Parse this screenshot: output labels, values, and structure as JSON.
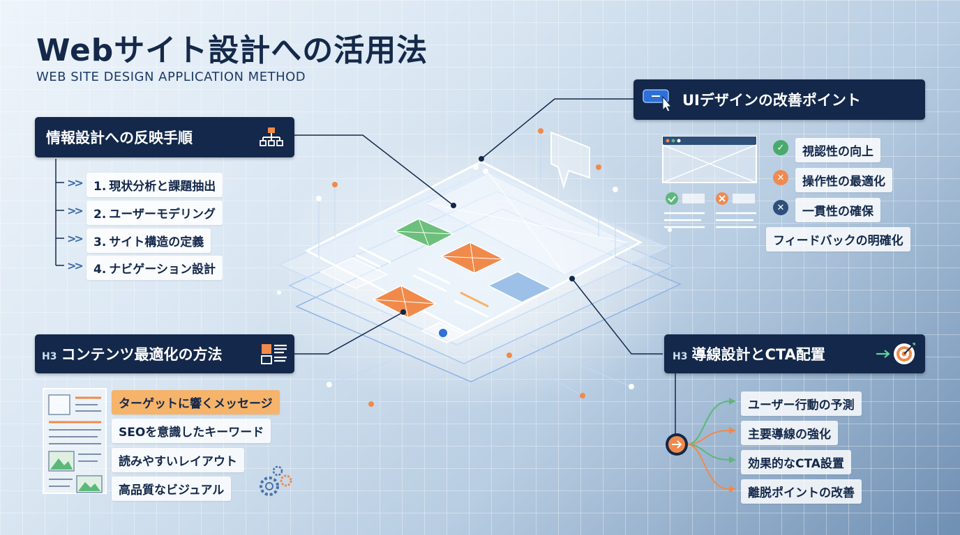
{
  "title": "Webサイト設計への活用法",
  "subtitle": "WEB SITE DESIGN APPLICATION METHOD",
  "colors": {
    "navy": "#13284a",
    "orange": "#f08a4b",
    "green": "#5cb87a",
    "accent_blue": "#2f6fd6"
  },
  "info_design": {
    "heading": "情報設計への反映手順",
    "icon": "sitemap-icon",
    "steps": [
      {
        "num": "1.",
        "label": "現状分析と課題抽出"
      },
      {
        "num": "2.",
        "label": "ユーザーモデリング"
      },
      {
        "num": "3.",
        "label": "サイト構造の定義"
      },
      {
        "num": "4.",
        "label": "ナビゲーション設計"
      }
    ]
  },
  "content": {
    "tag": "H3",
    "heading": "コンテンツ最適化の方法",
    "icon": "layout-icon",
    "items": [
      {
        "label": "ターゲットに響くメッセージ",
        "highlight": true
      },
      {
        "label": "SEOを意識したキーワード",
        "highlight": false
      },
      {
        "label": "読みやすいレイアウト",
        "highlight": false
      },
      {
        "label": "高品質なビジュアル",
        "highlight": false
      }
    ]
  },
  "ui": {
    "heading": "UIデザインの改善ポイント",
    "icon": "cursor-click-icon",
    "points": [
      {
        "label": "視認性の向上",
        "status": "check"
      },
      {
        "label": "操作性の最適化",
        "status": "cross"
      },
      {
        "label": "一貫性の確保",
        "status": "x"
      },
      {
        "label": "フィードバックの明確化",
        "status": "none"
      }
    ]
  },
  "cta": {
    "tag": "H3",
    "heading": "導線設計とCTA配置",
    "icon": "target-icon",
    "items": [
      {
        "label": "ユーザー行動の予測"
      },
      {
        "label": "主要導線の強化"
      },
      {
        "label": "効果的なCTA設置"
      },
      {
        "label": "離脱ポイントの改善"
      }
    ]
  }
}
